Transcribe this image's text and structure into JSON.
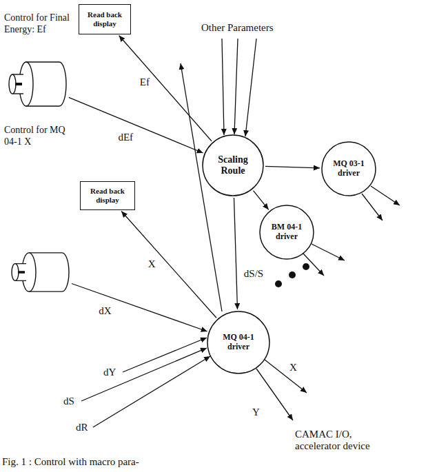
{
  "diagram": {
    "caption": "Fig. 1 : Control with macro para-",
    "nodes": [
      {
        "text": [
          "Control for Final Energy: Ef"
        ]
      },
      {
        "text": [
          "Read back display"
        ]
      },
      {
        "text": [
          "Scaling Roule"
        ]
      },
      {
        "text": [
          "MQ 03-1 driver"
        ]
      },
      {
        "text": [
          "BM 04-1 driver"
        ]
      },
      {
        "text": [
          "Control for MQ 04-1 X"
        ]
      },
      {
        "text": [
          "Read back display"
        ]
      },
      {
        "text": [
          "MQ 04-1 driver"
        ]
      }
    ],
    "edges": [
      {
        "from": 0,
        "to": 2,
        "label": "dEf",
        "arrow": "to"
      },
      {
        "from": 2,
        "to": 1,
        "label": "Ef",
        "arrow": "to"
      },
      {
        "from": 2,
        "to": 3,
        "arrow": "to"
      },
      {
        "from": 2,
        "to": 4,
        "arrow": "to"
      },
      {
        "from": 2,
        "to": 7,
        "label": "dS/S",
        "arrow": "to"
      },
      {
        "from": 5,
        "to": 7,
        "label": "dX",
        "arrow": "to"
      },
      {
        "from": 7,
        "to": 6,
        "label": "X",
        "arrow": "to"
      }
    ],
    "labels": [
      "Other Parameters",
      "dY",
      "dS",
      "dR",
      "X",
      "Y",
      "CAMAC I/O, accelerator device"
    ]
  }
}
